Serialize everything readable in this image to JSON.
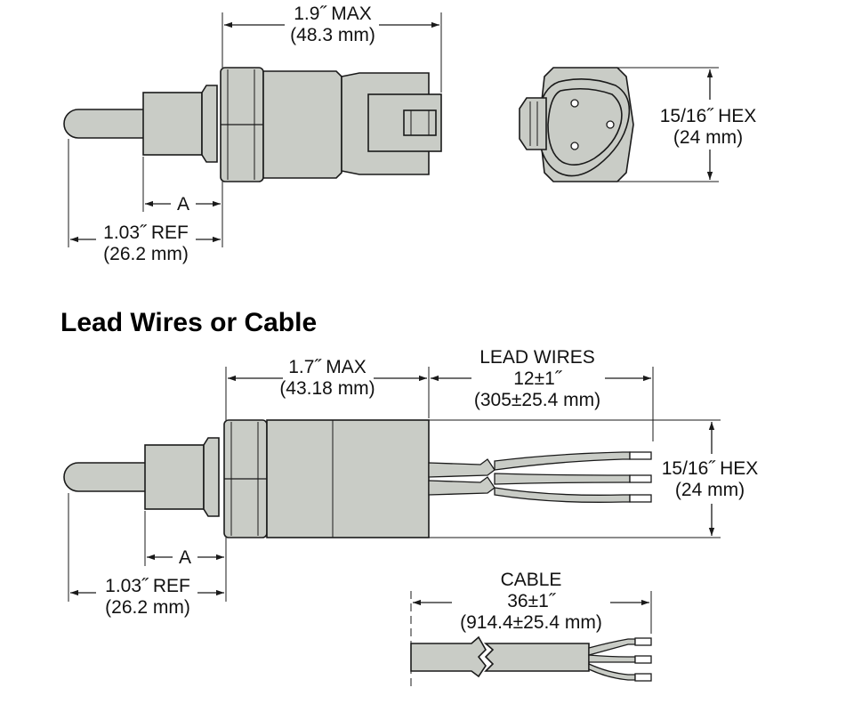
{
  "section_heading": "Lead Wires or Cable",
  "top_view": {
    "max_length": "1.9˝ MAX",
    "max_length_mm": "(48.3 mm)",
    "dim_a": "A",
    "ref_length": "1.03˝ REF",
    "ref_length_mm": "(26.2 mm)"
  },
  "end_view": {
    "hex": "15/16˝ HEX",
    "hex_mm": "(24 mm)"
  },
  "lead_wires_view": {
    "max_length": "1.7˝ MAX",
    "max_length_mm": "(43.18 mm)",
    "lead_label": "LEAD WIRES",
    "lead_length": "12±1˝",
    "lead_length_mm": "(305±25.4 mm)",
    "hex": "15/16˝ HEX",
    "hex_mm": "(24 mm)",
    "dim_a": "A",
    "ref_length": "1.03˝ REF",
    "ref_length_mm": "(26.2 mm)"
  },
  "cable_view": {
    "cable_label": "CABLE",
    "cable_length": "36±1˝",
    "cable_length_mm": "(914.4±25.4 mm)"
  }
}
